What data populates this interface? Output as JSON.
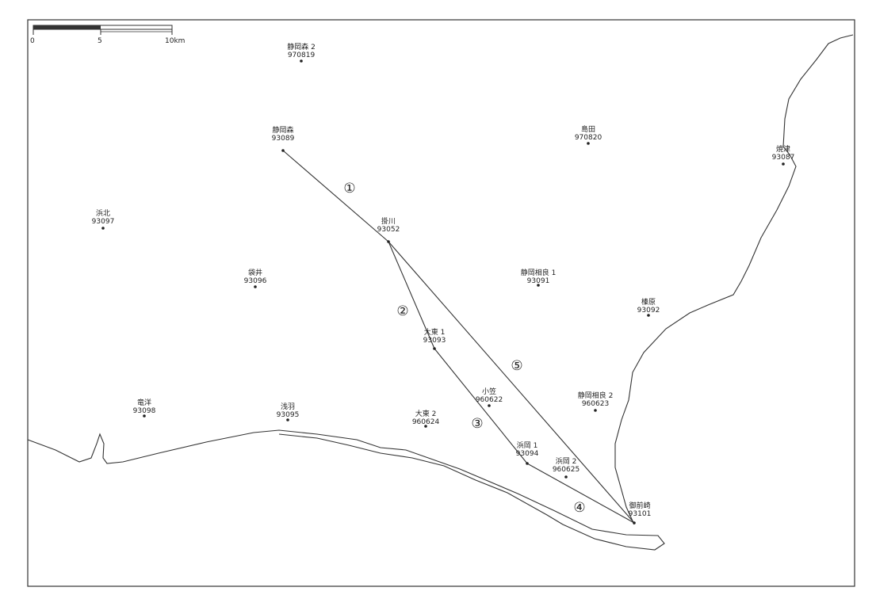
{
  "scale_bar": {
    "ticks": [
      "0",
      "5",
      "10km"
    ]
  },
  "stations": [
    {
      "name": "静岡森 2",
      "code": "970819"
    },
    {
      "name": "静岡森",
      "code": "93089"
    },
    {
      "name": "島田",
      "code": "970820"
    },
    {
      "name": "焼津",
      "code": "93087"
    },
    {
      "name": "浜北",
      "code": "93097"
    },
    {
      "name": "掛川",
      "code": "93052"
    },
    {
      "name": "袋井",
      "code": "93096"
    },
    {
      "name": "静岡相良 1",
      "code": "93091"
    },
    {
      "name": "榛原",
      "code": "93092"
    },
    {
      "name": "大東 1",
      "code": "93093"
    },
    {
      "name": "小笠",
      "code": "960622"
    },
    {
      "name": "静岡相良 2",
      "code": "960623"
    },
    {
      "name": "竜洋",
      "code": "93098"
    },
    {
      "name": "浅羽",
      "code": "93095"
    },
    {
      "name": "大東 2",
      "code": "960624"
    },
    {
      "name": "浜岡 1",
      "code": "93094"
    },
    {
      "name": "浜岡 2",
      "code": "960625"
    },
    {
      "name": "御前崎",
      "code": "93101"
    }
  ],
  "route_labels": [
    "①",
    "②",
    "③",
    "④",
    "⑤"
  ]
}
